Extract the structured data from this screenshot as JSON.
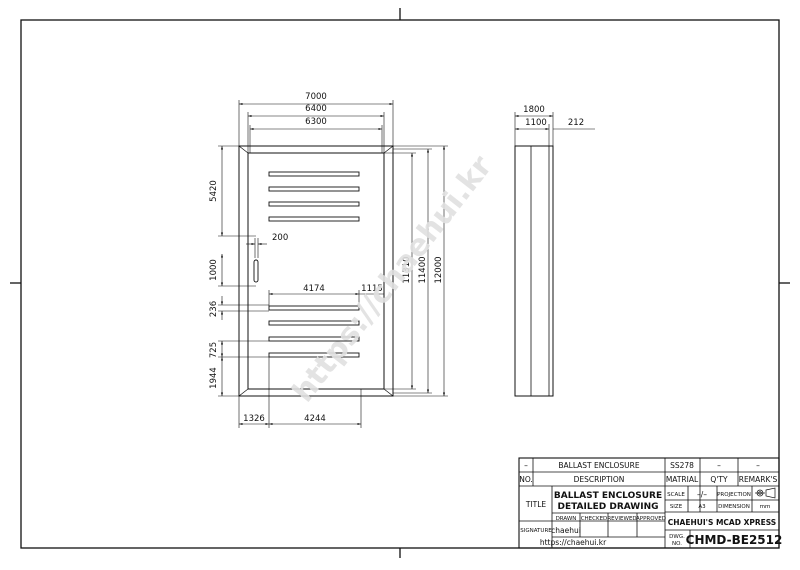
{
  "dimensions": {
    "width_overall": "7000",
    "width_frame": "6400",
    "width_inner": "6300",
    "height_top_section": "5420",
    "handle_offset": "200",
    "handle_height": "1000",
    "louver_width": "4174",
    "louver_edge": "1115",
    "louver_height": "236",
    "louver_pitch": "725",
    "height_bottom": "1944",
    "width_left_offset": "1326",
    "width_bottom_span": "4244",
    "height_inner": "11310",
    "height_frame": "11400",
    "height_overall": "12000",
    "depth_overall": "1800",
    "depth_body": "1100",
    "depth_flange": "212"
  },
  "watermark": "https://chaehui.kr",
  "title_block": {
    "row1": {
      "no": "–",
      "description": "BALLAST ENCLOSURE",
      "material": "SS278",
      "qty": "–",
      "remarks": "–"
    },
    "headers": {
      "no": "NO.",
      "description": "DESCRIPTION",
      "material": "MATRIAL",
      "qty": "Q'TY",
      "remarks": "REMARK'S"
    },
    "title_label": "TITLE",
    "title_line1": "BALLAST ENCLOSURE",
    "title_line2": "DETAILED DRAWING",
    "scale_label": "SCALE",
    "scale_value": "–/–",
    "projection_label": "PROJECTION",
    "size_label": "SIZE",
    "size_value": "A3",
    "dimension_label": "DIMENSION",
    "dimension_value": "mm",
    "drawn_label": "DRAWN",
    "checked_label": "CHECKED",
    "reviewed_label": "REVIEWED",
    "approved_label": "APPROVED",
    "signature_label": "SIGNATURE",
    "signature_value": "chaehui",
    "company": "CHAEHUI'S MCAD XPRESS",
    "url": "https://chaehui.kr",
    "dwg_no_label_1": "DWG.",
    "dwg_no_label_2": "NO.",
    "dwg_no": "CHMD-BE2512"
  }
}
